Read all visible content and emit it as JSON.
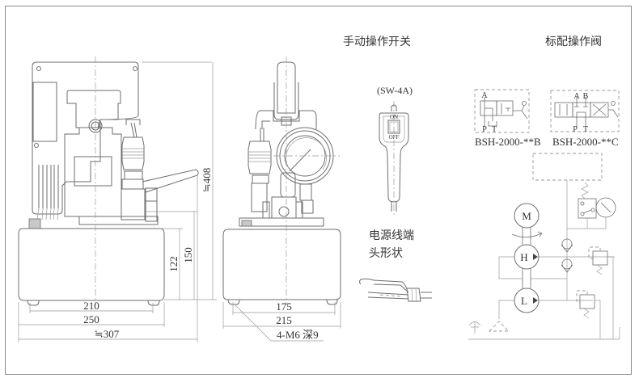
{
  "titles": {
    "manual_switch": "手动操作开关",
    "standard_valve": "标配操作阀",
    "power_plug_line1": "电源线端",
    "power_plug_line2": "头形状"
  },
  "switch": {
    "model": "(SW-4A)",
    "on_label": "ON",
    "off_label": "OFF"
  },
  "valves": [
    {
      "model": "BSH-2000-**B",
      "ports_top": [
        "A"
      ],
      "ports_bottom": [
        "P",
        "T"
      ]
    },
    {
      "model": "BSH-2000-**C",
      "ports_top": [
        "A",
        "B"
      ],
      "ports_bottom": [
        "P",
        "T"
      ]
    }
  ],
  "circuit": {
    "motor": "M",
    "pump_high": "H",
    "pump_low": "L"
  },
  "side_view_dimensions": {
    "height_total": "≒408",
    "height_150": "150",
    "height_122": "122",
    "width_210": "210",
    "width_250": "250",
    "width_total": "≒307"
  },
  "front_view_dimensions": {
    "width_175": "175",
    "width_215": "215",
    "mount_note": "4-M6 深9"
  },
  "colors": {
    "line": "#6e6e6e",
    "text": "#333333",
    "frame": "#8a8a8a"
  }
}
